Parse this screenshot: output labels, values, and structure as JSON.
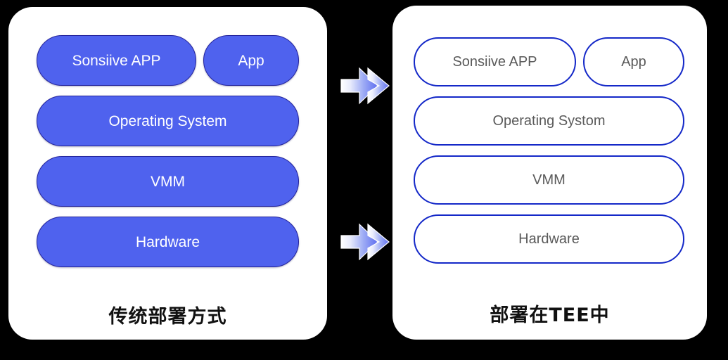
{
  "diagram": {
    "title": "Traditional deployment vs TEE deployment",
    "background_color": "#000000",
    "card_color": "#ffffff"
  },
  "left_panel": {
    "caption": "传统部署方式",
    "style": {
      "fill": "#4f62ee",
      "border": "#24249c",
      "text_color": "#ffffff"
    },
    "rows": [
      {
        "boxes": [
          {
            "label": "Sonsiive APP",
            "width": "wide"
          },
          {
            "label": "App",
            "width": "narrow"
          }
        ]
      },
      {
        "boxes": [
          {
            "label": "Operating System",
            "width": "full"
          }
        ]
      },
      {
        "boxes": [
          {
            "label": "VMM",
            "width": "full"
          }
        ]
      },
      {
        "boxes": [
          {
            "label": "Hardware",
            "width": "full"
          }
        ]
      }
    ]
  },
  "right_panel": {
    "caption": "部署在TEE中",
    "style": {
      "fill": "#ffffff",
      "border": "#1428c8",
      "text_color": "#5a5a5a"
    },
    "rows": [
      {
        "boxes": [
          {
            "label": "Sonsiive APP",
            "width": "wide"
          },
          {
            "label": "App",
            "width": "narrow"
          }
        ]
      },
      {
        "boxes": [
          {
            "label": "Operating Systom",
            "width": "full"
          }
        ]
      },
      {
        "boxes": [
          {
            "label": "VMM",
            "width": "full"
          }
        ]
      },
      {
        "boxes": [
          {
            "label": "Hardware",
            "width": "full"
          }
        ]
      }
    ]
  },
  "connectors": [
    {
      "name": "double-chevron-arrow-top",
      "direction": "right",
      "gradient_from": "#ffffff",
      "gradient_to": "#5f6ef0"
    },
    {
      "name": "double-chevron-arrow-bottom",
      "direction": "right",
      "gradient_from": "#ffffff",
      "gradient_to": "#5f6ef0"
    }
  ]
}
